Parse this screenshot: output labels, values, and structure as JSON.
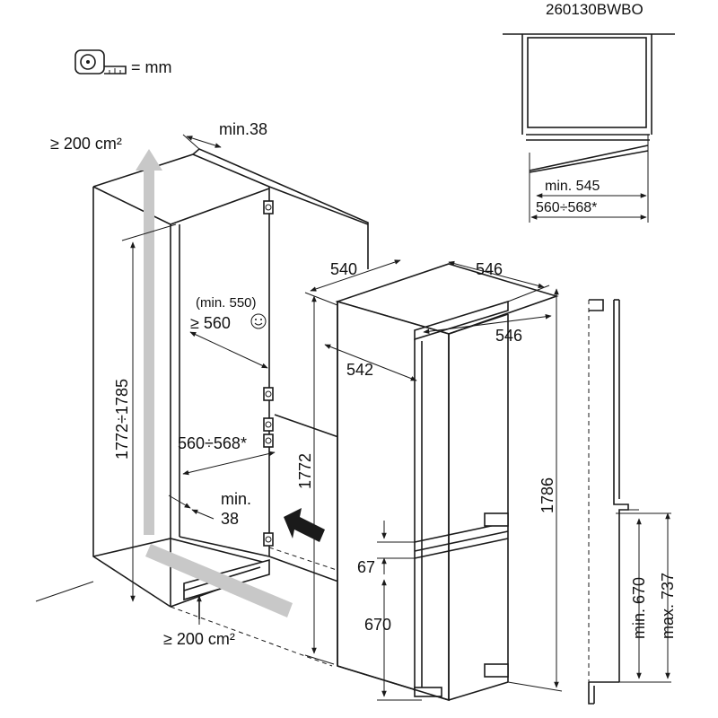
{
  "model_code": "260130BWBO",
  "legend": {
    "icon": "tape-measure-icon",
    "unit_text": "= mm"
  },
  "dimensions": {
    "air_top": "≥ 200 cm²",
    "air_bottom": "≥ 200 cm²",
    "niche_height": "1772÷1785",
    "niche_depth_min": "(min. 550)",
    "niche_depth_recommended": "≥ 560",
    "niche_width": "560÷568*",
    "plinth_gap": "min.",
    "plinth_gap_value": "38",
    "top_gap": "min.38",
    "fridge_depth": "540",
    "fridge_width": "546",
    "fridge_width_front": "546",
    "fridge_depth_body": "542",
    "fridge_body_height": "1772",
    "fridge_total_height": "1786",
    "door_gap": "67",
    "lower_height": "670",
    "detail_min_depth": "min. 545",
    "detail_width": "560÷568*",
    "side_min": "min. 670",
    "side_max": "max. 737"
  },
  "icons": {
    "smile": "smile-icon",
    "arrow": "push-arrow-icon"
  }
}
